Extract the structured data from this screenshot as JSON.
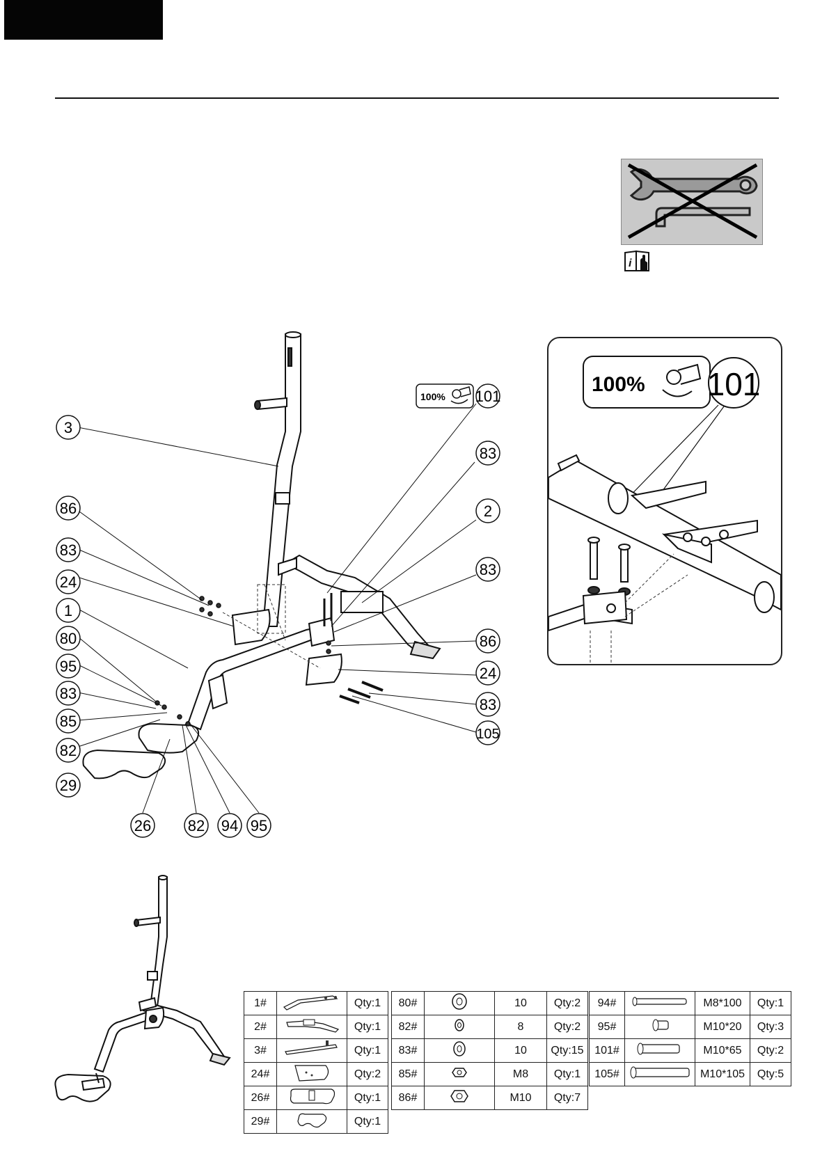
{
  "detail": {
    "torque_label": "100%",
    "callout": "101"
  },
  "main_diagram": {
    "torque_label": "100%",
    "callouts": {
      "c101": "101",
      "c83a": "83",
      "c2": "2",
      "c83b": "83",
      "c86r": "86",
      "c24r": "24",
      "c83c": "83",
      "c105": "105",
      "c3": "3",
      "c86l": "86",
      "c83l": "83",
      "c24l": "24",
      "c1": "1",
      "c80": "80",
      "c95l": "95",
      "c83m": "83",
      "c85": "85",
      "c82l": "82",
      "c29": "29",
      "c26": "26",
      "c82b": "82",
      "c94": "94",
      "c95b": "95"
    }
  },
  "parts_tables": [
    {
      "rows": [
        {
          "id": "1#",
          "icon": "main-frame-icon",
          "spec": "",
          "qty": "Qty:1"
        },
        {
          "id": "2#",
          "icon": "rear-stabilizer-icon",
          "spec": "",
          "qty": "Qty:1"
        },
        {
          "id": "3#",
          "icon": "upright-post-icon",
          "spec": "",
          "qty": "Qty:1"
        },
        {
          "id": "24#",
          "icon": "side-plate-icon",
          "spec": "",
          "qty": "Qty:2"
        },
        {
          "id": "26#",
          "icon": "foot-plate-icon",
          "spec": "",
          "qty": "Qty:1"
        },
        {
          "id": "29#",
          "icon": "foot-pad-icon",
          "spec": "",
          "qty": "Qty:1"
        }
      ]
    },
    {
      "rows": [
        {
          "id": "80#",
          "icon": "curved-washer-icon",
          "spec": "10",
          "qty": "Qty:2"
        },
        {
          "id": "82#",
          "icon": "small-washer-icon",
          "spec": "8",
          "qty": "Qty:2"
        },
        {
          "id": "83#",
          "icon": "washer-icon",
          "spec": "10",
          "qty": "Qty:15"
        },
        {
          "id": "85#",
          "icon": "nut-m8-icon",
          "spec": "M8",
          "qty": "Qty:1"
        },
        {
          "id": "86#",
          "icon": "nut-m10-icon",
          "spec": "M10",
          "qty": "Qty:7"
        }
      ]
    },
    {
      "rows": [
        {
          "id": "94#",
          "icon": "bolt-long-icon",
          "spec": "M8*100",
          "qty": "Qty:1"
        },
        {
          "id": "95#",
          "icon": "bolt-short-icon",
          "spec": "M10*20",
          "qty": "Qty:3"
        },
        {
          "id": "101#",
          "icon": "bolt-medium-icon",
          "spec": "M10*65",
          "qty": "Qty:2"
        },
        {
          "id": "105#",
          "icon": "bolt-longest-icon",
          "spec": "M10*105",
          "qty": "Qty:5"
        }
      ]
    }
  ]
}
